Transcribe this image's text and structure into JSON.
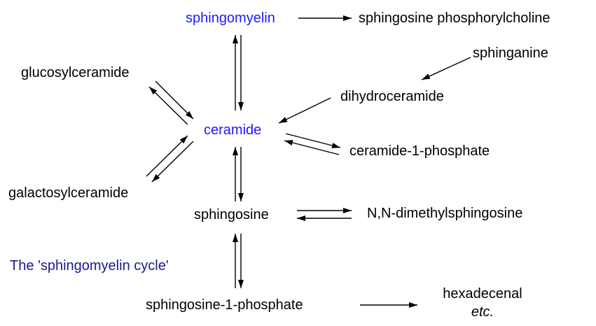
{
  "diagram": {
    "colors": {
      "highlight": "#1a1aff",
      "caption": "#1a1a8c",
      "text": "#000000",
      "arrow": "#000000"
    },
    "nodes": {
      "sphingomyelin": "sphingomyelin",
      "sphingosine_phosphorylcholine": "sphingosine phosphorylcholine",
      "sphinganine": "sphinganine",
      "glucosylceramide": "glucosylceramide",
      "dihydroceramide": "dihydroceramide",
      "ceramide": "ceramide",
      "ceramide_1_phosphate": "ceramide-1-phosphate",
      "galactosylceramide": "galactosylceramide",
      "sphingosine": "sphingosine",
      "n_n_dimethylsphingosine": "N,N-dimethylsphingosine",
      "sphingosine_1_phosphate": "sphingosine-1-phosphate",
      "hexadecenal": "hexadecenal",
      "etc": "etc."
    },
    "caption": "The 'sphingomyelin cycle'"
  }
}
